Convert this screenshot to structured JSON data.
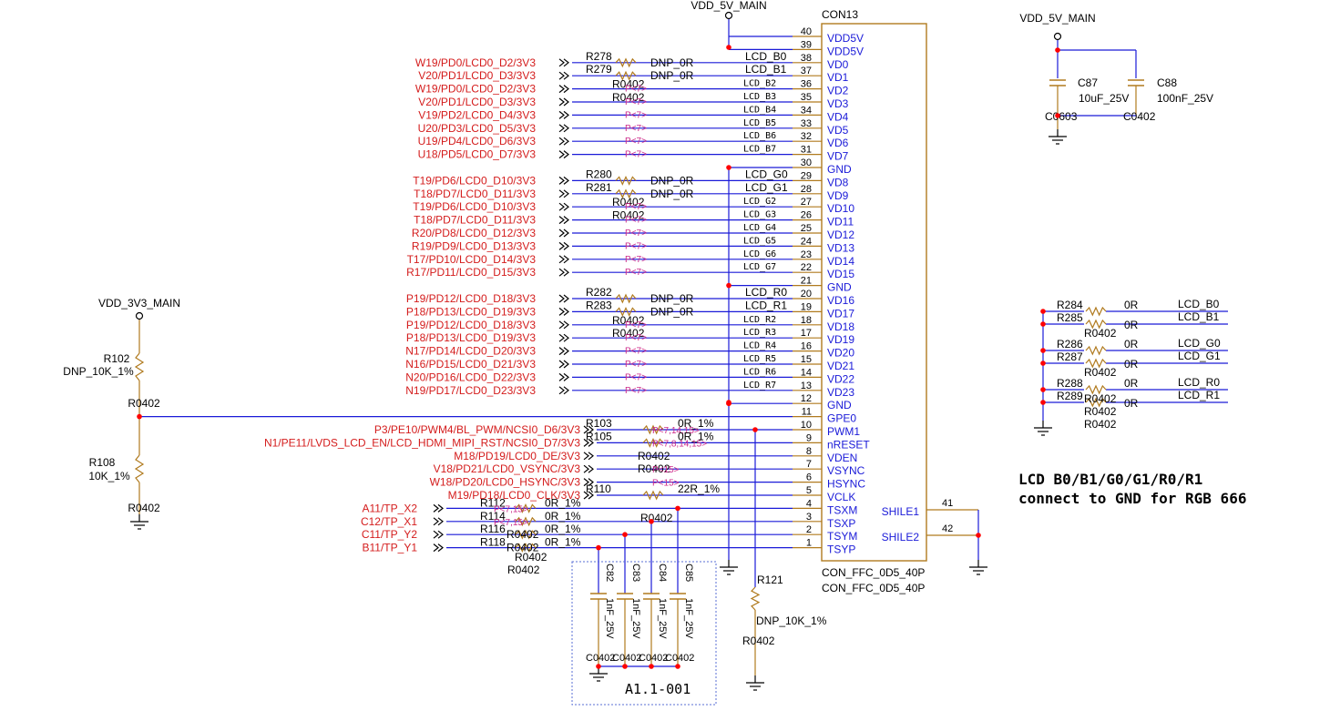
{
  "connector": {
    "refdes": "CON13",
    "footprint_a": "CON_FFC_0D5_40P",
    "footprint_b": "CON_FFC_0D5_40P",
    "top_power_label": "VDD_5V_MAIN",
    "pins": [
      {
        "num": "40",
        "name": "VDD5V"
      },
      {
        "num": "39",
        "name": "VDD5V"
      },
      {
        "num": "38",
        "name": "VD0",
        "net": "LCD_B0"
      },
      {
        "num": "37",
        "name": "VD1",
        "net": "LCD_B1"
      },
      {
        "num": "36",
        "name": "VD2",
        "net": "LCD_B2"
      },
      {
        "num": "35",
        "name": "VD3",
        "net": "LCD_B3"
      },
      {
        "num": "34",
        "name": "VD4",
        "net": "LCD_B4"
      },
      {
        "num": "33",
        "name": "VD5",
        "net": "LCD_B5"
      },
      {
        "num": "32",
        "name": "VD6",
        "net": "LCD_B6"
      },
      {
        "num": "31",
        "name": "VD7",
        "net": "LCD_B7"
      },
      {
        "num": "30",
        "name": "GND"
      },
      {
        "num": "29",
        "name": "VD8",
        "net": "LCD_G0"
      },
      {
        "num": "28",
        "name": "VD9",
        "net": "LCD_G1"
      },
      {
        "num": "27",
        "name": "VD10",
        "net": "LCD_G2"
      },
      {
        "num": "26",
        "name": "VD11",
        "net": "LCD_G3"
      },
      {
        "num": "25",
        "name": "VD12",
        "net": "LCD_G4"
      },
      {
        "num": "24",
        "name": "VD13",
        "net": "LCD_G5"
      },
      {
        "num": "23",
        "name": "VD14",
        "net": "LCD_G6"
      },
      {
        "num": "22",
        "name": "VD15",
        "net": "LCD_G7"
      },
      {
        "num": "21",
        "name": "GND"
      },
      {
        "num": "20",
        "name": "VD16",
        "net": "LCD_R0"
      },
      {
        "num": "19",
        "name": "VD17",
        "net": "LCD_R1"
      },
      {
        "num": "18",
        "name": "VD18",
        "net": "LCD_R2"
      },
      {
        "num": "17",
        "name": "VD19",
        "net": "LCD_R3"
      },
      {
        "num": "16",
        "name": "VD20",
        "net": "LCD_R4"
      },
      {
        "num": "15",
        "name": "VD21",
        "net": "LCD_R5"
      },
      {
        "num": "14",
        "name": "VD22",
        "net": "LCD_R6"
      },
      {
        "num": "13",
        "name": "VD23",
        "net": "LCD_R7"
      },
      {
        "num": "12",
        "name": "GND"
      },
      {
        "num": "11",
        "name": "GPE0"
      },
      {
        "num": "10",
        "name": "PWM1"
      },
      {
        "num": "9",
        "name": "nRESET"
      },
      {
        "num": "8",
        "name": "VDEN"
      },
      {
        "num": "7",
        "name": "VSYNC"
      },
      {
        "num": "6",
        "name": "HSYNC"
      },
      {
        "num": "5",
        "name": "VCLK"
      },
      {
        "num": "4",
        "name": "TSXM"
      },
      {
        "num": "3",
        "name": "TSXP"
      },
      {
        "num": "2",
        "name": "TSYM"
      },
      {
        "num": "1",
        "name": "TSYP"
      }
    ],
    "shield_pins": [
      {
        "num": "41",
        "name": "SHILE1"
      },
      {
        "num": "42",
        "name": "SHILE2"
      }
    ]
  },
  "left_nets": [
    {
      "pin": "38",
      "label": "W19/PD0/LCD0_D2/3V3",
      "res": "R278",
      "value": "DNP_0R"
    },
    {
      "pin": "37",
      "label": "V20/PD1/LCD0_D3/3V3",
      "res": "R279",
      "value": "DNP_0R"
    },
    {
      "pin": "36",
      "label": "W19/PD0/LCD0_D2/3V3",
      "pkg": "R0402"
    },
    {
      "pin": "35",
      "label": "V20/PD1/LCD0_D3/3V3",
      "pkg": "R0402"
    },
    {
      "pin": "34",
      "label": "V19/PD2/LCD0_D4/3V3"
    },
    {
      "pin": "33",
      "label": "U20/PD3/LCD0_D5/3V3"
    },
    {
      "pin": "32",
      "label": "U19/PD4/LCD0_D6/3V3"
    },
    {
      "pin": "31",
      "label": "U18/PD5/LCD0_D7/3V3"
    },
    {
      "pin": "29",
      "label": "T19/PD6/LCD0_D10/3V3",
      "res": "R280",
      "value": "DNP_0R"
    },
    {
      "pin": "28",
      "label": "T18/PD7/LCD0_D11/3V3",
      "res": "R281",
      "value": "DNP_0R"
    },
    {
      "pin": "27",
      "label": "T19/PD6/LCD0_D10/3V3",
      "pkg": "R0402"
    },
    {
      "pin": "26",
      "label": "T18/PD7/LCD0_D11/3V3",
      "pkg": "R0402"
    },
    {
      "pin": "25",
      "label": "R20/PD8/LCD0_D12/3V3"
    },
    {
      "pin": "24",
      "label": "R19/PD9/LCD0_D13/3V3"
    },
    {
      "pin": "23",
      "label": "T17/PD10/LCD0_D14/3V3"
    },
    {
      "pin": "22",
      "label": "R17/PD11/LCD0_D15/3V3"
    },
    {
      "pin": "20",
      "label": "P19/PD12/LCD0_D18/3V3",
      "res": "R282",
      "value": "DNP_0R"
    },
    {
      "pin": "19",
      "label": "P18/PD13/LCD0_D19/3V3",
      "res": "R283",
      "value": "DNP_0R"
    },
    {
      "pin": "18",
      "label": "P19/PD12/LCD0_D18/3V3",
      "pkg": "R0402"
    },
    {
      "pin": "17",
      "label": "P18/PD13/LCD0_D19/3V3",
      "pkg": "R0402"
    },
    {
      "pin": "16",
      "label": "N17/PD14/LCD0_D20/3V3"
    },
    {
      "pin": "15",
      "label": "N16/PD15/LCD0_D21/3V3"
    },
    {
      "pin": "14",
      "label": "N20/PD16/LCD0_D22/3V3"
    },
    {
      "pin": "13",
      "label": "N19/PD17/LCD0_D23/3V3"
    }
  ],
  "offpage_p7": "P<7>",
  "control_nets": [
    {
      "pin": "10",
      "label": "P3/PE10/PWM4/BL_PWM/NCSI0_D6/3V3",
      "res": "R103",
      "value": "0R_1%",
      "ref": "P<7,14,15>"
    },
    {
      "pin": "9",
      "label": "N1/PE11/LVDS_LCD_EN/LCD_HDMI_MIPI_RST/NCSI0_D7/3V3",
      "res": "R105",
      "value": "0R_1%",
      "ref": "P<7,8,14,15>"
    },
    {
      "pin": "8",
      "label": "M18/PD19/LCD0_DE/3V3",
      "pkg": "R0402"
    },
    {
      "pin": "7",
      "label": "V18/PD21/LCD0_VSYNC/3V3",
      "pkg": "R0402",
      "ref": "P<15>"
    },
    {
      "pin": "6",
      "label": "W18/PD20/LCD0_HSYNC/3V3",
      "ref": "P<15>"
    },
    {
      "pin": "5",
      "label": "M19/PD18/LCD0_CLK/3V3",
      "res": "R110",
      "value": "22R_1%"
    }
  ],
  "touch_nets": [
    {
      "pin": "4",
      "label": "A11/TP_X2",
      "res": "R112",
      "value": "0R_1%",
      "ref": "P<7,15>"
    },
    {
      "pin": "3",
      "label": "C12/TP_X1",
      "res": "R114",
      "value": "0R_1%",
      "ref": "P<7,15>"
    },
    {
      "pin": "2",
      "label": "C11/TP_Y2",
      "res": "R116",
      "value": "0R_1%",
      "pkg": "R0402"
    },
    {
      "pin": "1",
      "label": "B11/TP_Y1",
      "res": "R118",
      "value": "0R_1%",
      "pkg": "R0402"
    }
  ],
  "touch_pkgs": [
    "R0402",
    "R0402",
    "R0402"
  ],
  "touch_caps": [
    {
      "ref": "C82",
      "value": "1nF_25V",
      "pkg": "C0402"
    },
    {
      "ref": "C83",
      "value": "1nF_25V",
      "pkg": "C0402"
    },
    {
      "ref": "C84",
      "value": "1nF_25V",
      "pkg": "C0402"
    },
    {
      "ref": "C85",
      "value": "1nF_25V",
      "pkg": "C0402"
    }
  ],
  "variant_box_label": "A1.1-001",
  "left_divider": {
    "power_label": "VDD_3V3_MAIN",
    "r_top": {
      "ref": "R102",
      "value": "DNP_10K_1%",
      "pkg": "R0402"
    },
    "r_bot": {
      "ref": "R108",
      "value": "10K_1%",
      "pkg": "R0402"
    }
  },
  "pwm_pulldown": {
    "ref": "R121",
    "value": "DNP_10K_1%",
    "pkg": "R0402"
  },
  "decoupling": {
    "power_label": "VDD_5V_MAIN",
    "c1": {
      "ref": "C87",
      "value": "10uF_25V",
      "pkg": "C0603"
    },
    "c2": {
      "ref": "C88",
      "value": "100nF_25V",
      "pkg": "C0402"
    }
  },
  "right_straps": [
    {
      "ref": "R284",
      "value": "0R",
      "net": "LCD_B0",
      "pkg": "R0402"
    },
    {
      "ref": "R285",
      "value": "0R",
      "net": "LCD_B1",
      "pkg": "R0402"
    },
    {
      "ref": "R286",
      "value": "0R",
      "net": "LCD_G0",
      "pkg": "R0402"
    },
    {
      "ref": "R287",
      "value": "0R",
      "net": "LCD_G1",
      "pkg": "R0402"
    },
    {
      "ref": "R288",
      "value": "0R",
      "net": "LCD_R0",
      "pkg": "R0402"
    },
    {
      "ref": "R289",
      "value": "0R",
      "net": "LCD_R1",
      "pkg": "R0402"
    }
  ],
  "note": {
    "line1": "LCD B0/B1/G0/G1/R0/R1",
    "line2": "connect to GND for RGB 666"
  },
  "colors": {
    "wire": "#1a1ad8",
    "part": "#b07a1e",
    "net_label": "#d41c1c",
    "offpage": "#cc2a8a",
    "text": "#000000",
    "junction": "#ff0000",
    "box": "#5a6fd6"
  }
}
